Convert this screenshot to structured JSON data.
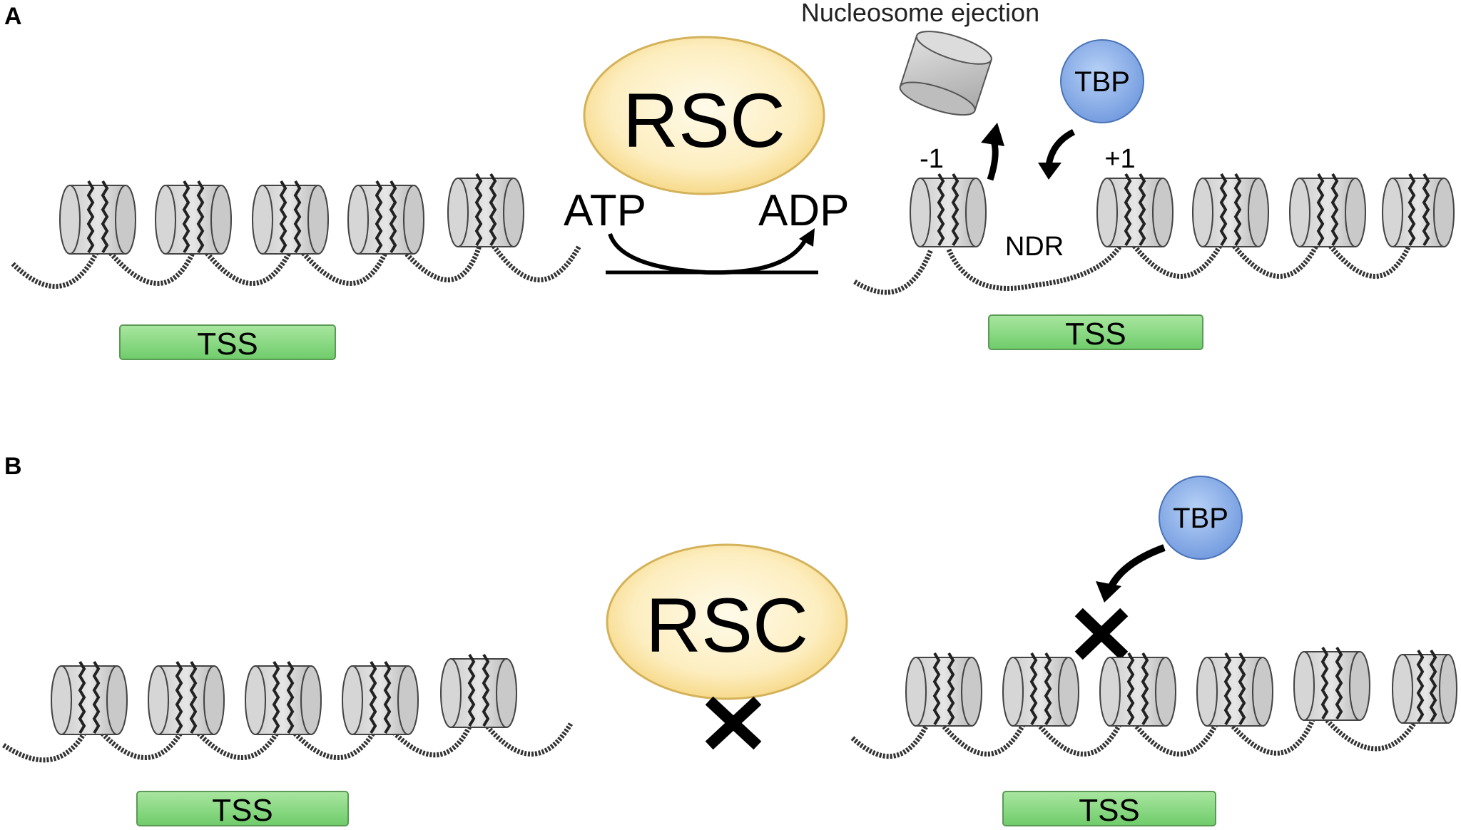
{
  "panels": {
    "a_label": "A",
    "b_label": "B"
  },
  "panel_a": {
    "rsc": "RSC",
    "atp": "ATP",
    "adp": "ADP",
    "nucleosome_ejection": "Nucleosome ejection",
    "tbp": "TBP",
    "minus_one": "-1",
    "plus_one": "+1",
    "ndr": "NDR",
    "tss_left": "TSS",
    "tss_right": "TSS"
  },
  "panel_b": {
    "rsc": "RSC",
    "tbp": "TBP",
    "tss_left": "TSS",
    "tss_right": "TSS"
  },
  "colors": {
    "rsc_fill": "#fbe3a6",
    "tbp_fill": "#8fb3e9",
    "tss_fill": "#7fd67f",
    "nucleosome_fill": "#d9d9d9"
  }
}
